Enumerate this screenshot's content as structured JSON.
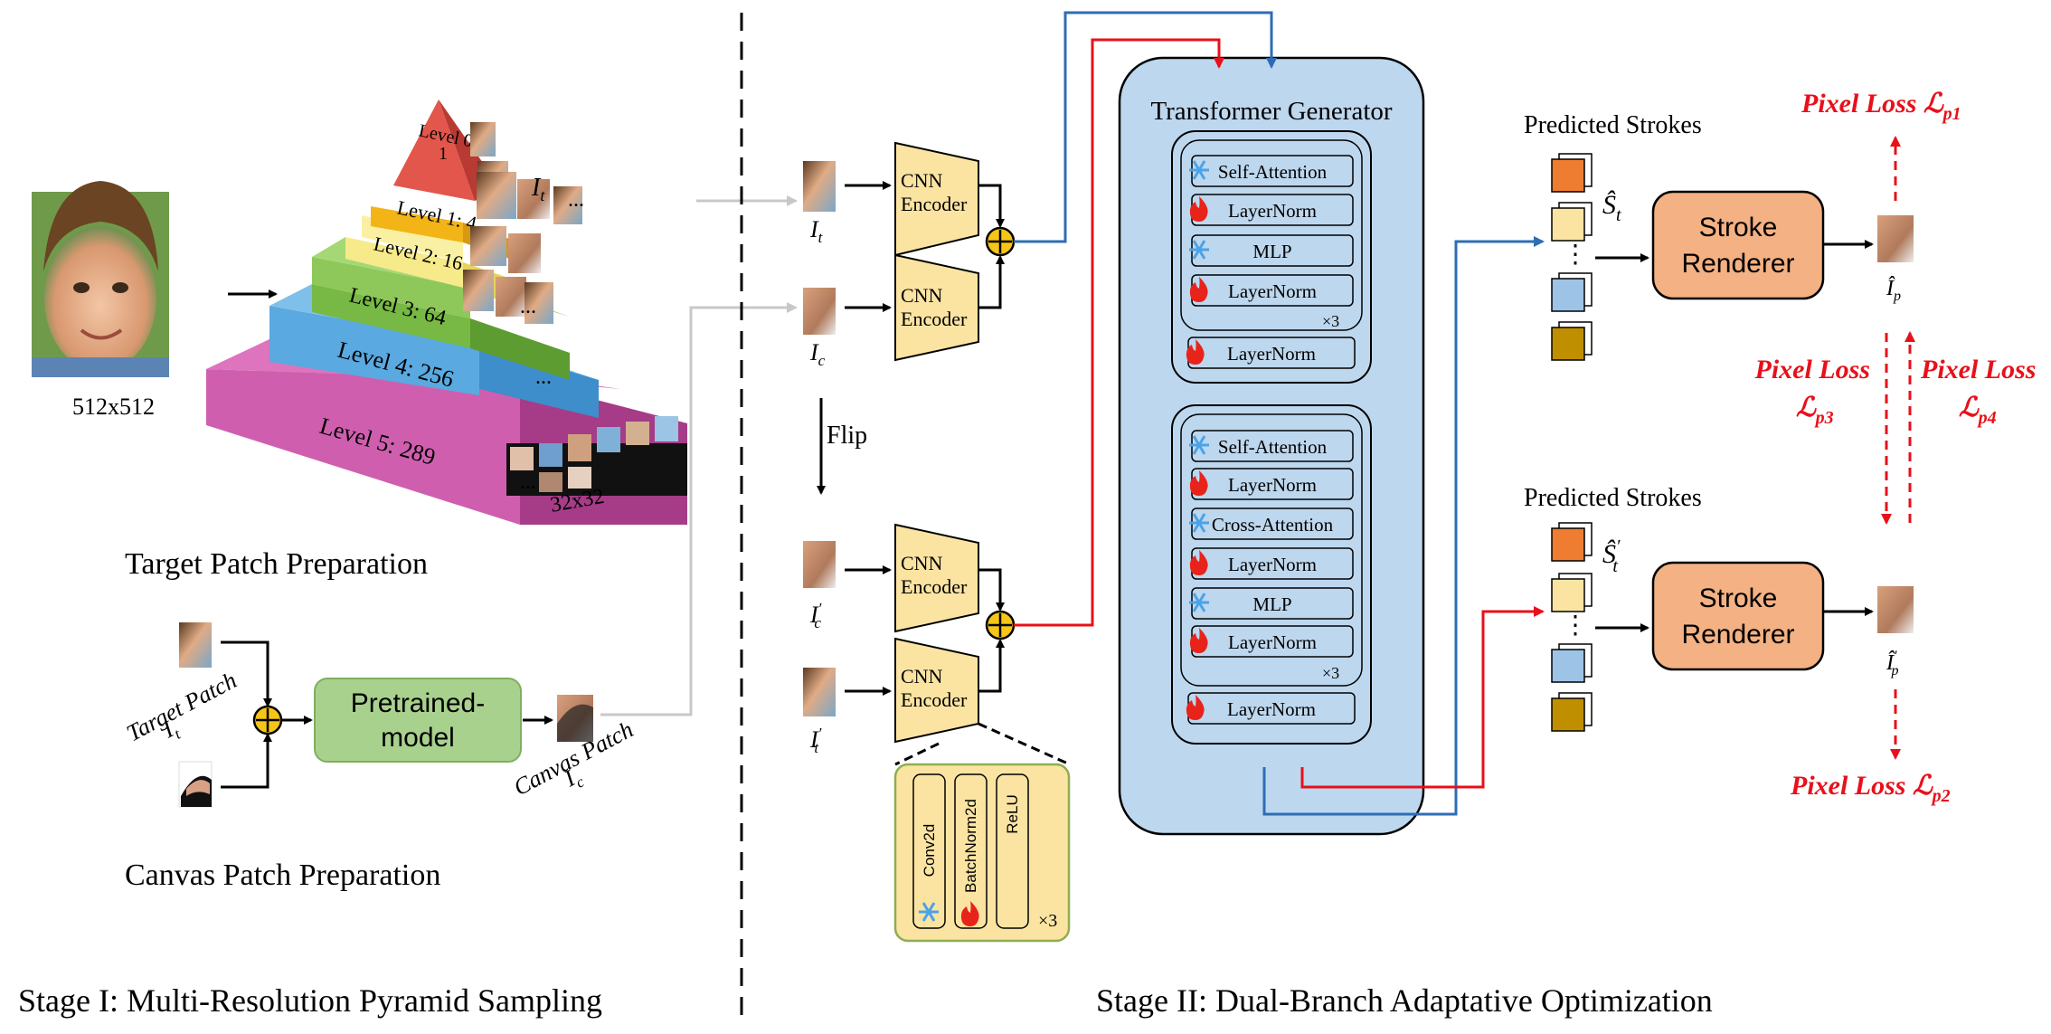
{
  "stage1": {
    "title": "Stage I: Multi-Resolution Pyramid Sampling",
    "input_size": "512x512",
    "pyramid": {
      "levels": [
        {
          "label": "Level 0:",
          "count": "1"
        },
        {
          "label": "Level 1: 4"
        },
        {
          "label": "Level 2: 16"
        },
        {
          "label": "Level 3: 64"
        },
        {
          "label": "Level 4: 256"
        },
        {
          "label": "Level 5: 289"
        }
      ],
      "patch_label": "I",
      "patch_sub": "t",
      "ellipsis": "...",
      "patch_size": "32x32"
    },
    "target_section_title": "Target Patch Preparation",
    "canvas": {
      "target_patch_label": "Target Patch",
      "target_sym": "I",
      "target_sub": "t",
      "pretrained_line1": "Pretrained-",
      "pretrained_line2": "model",
      "canvas_patch_label": "Canvas Patch",
      "canvas_sym": "I",
      "canvas_sub": "c"
    },
    "canvas_section_title": "Canvas Patch Preparation"
  },
  "stage2": {
    "title": "Stage II: Dual-Branch Adaptative Optimization",
    "encoder_line1": "CNN",
    "encoder_line2": "Encoder",
    "inputs": {
      "it": {
        "sym": "I",
        "sub": "t"
      },
      "ic": {
        "sym": "I",
        "sub": "c"
      },
      "icp": {
        "sym": "I",
        "sup": "′",
        "sub": "c"
      },
      "itp": {
        "sym": "I",
        "sup": "′",
        "sub": "t"
      }
    },
    "flip_label": "Flip",
    "encoder_detail": {
      "layers": [
        "Conv2d",
        "BatchNorm2d",
        "ReLU"
      ],
      "repeat": "×3"
    },
    "transformer": {
      "title": "Transformer Generator",
      "encoder_block": [
        "Self-Attention",
        "LayerNorm",
        "MLP",
        "LayerNorm"
      ],
      "encoder_repeat": "×3",
      "encoder_final": "LayerNorm",
      "decoder_block": [
        "Self-Attention",
        "LayerNorm",
        "Cross-Attention",
        "LayerNorm",
        "MLP",
        "LayerNorm"
      ],
      "decoder_repeat": "×3",
      "decoder_final": "LayerNorm"
    },
    "predicted_strokes_label": "Predicted Strokes",
    "stroke_symbol_top": "Ŝ",
    "stroke_symbol_top_sub": "t",
    "stroke_symbol_bottom": "Ŝ",
    "stroke_symbol_bottom_sup": "′",
    "stroke_symbol_bottom_sub": "t",
    "stroke_ellipsis": "⋮",
    "renderer_line1": "Stroke",
    "renderer_line2": "Renderer",
    "output_top": {
      "sym": "Î",
      "sub": "p"
    },
    "output_bottom": {
      "sym": "Î",
      "sup": "′",
      "sub": "p"
    },
    "losses": {
      "p1": {
        "text": "Pixel Loss ℒ",
        "sub": "p1"
      },
      "p2": {
        "text": "Pixel Loss ℒ",
        "sub": "p2"
      },
      "p3": {
        "line1": "Pixel Loss",
        "line2": "ℒ",
        "sub": "p3"
      },
      "p4": {
        "line1": "Pixel Loss",
        "line2": "ℒ",
        "sub": "p4"
      }
    }
  },
  "colors": {
    "loss_red": "#e8101a",
    "branch_blue": "#2e6db4",
    "encoder_fill": "#fbe4a2",
    "transformer_fill": "#bdd7ee",
    "renderer_fill": "#f4b183",
    "pretrained_fill": "#a9d18e",
    "adder_fill": "#f5c518"
  }
}
